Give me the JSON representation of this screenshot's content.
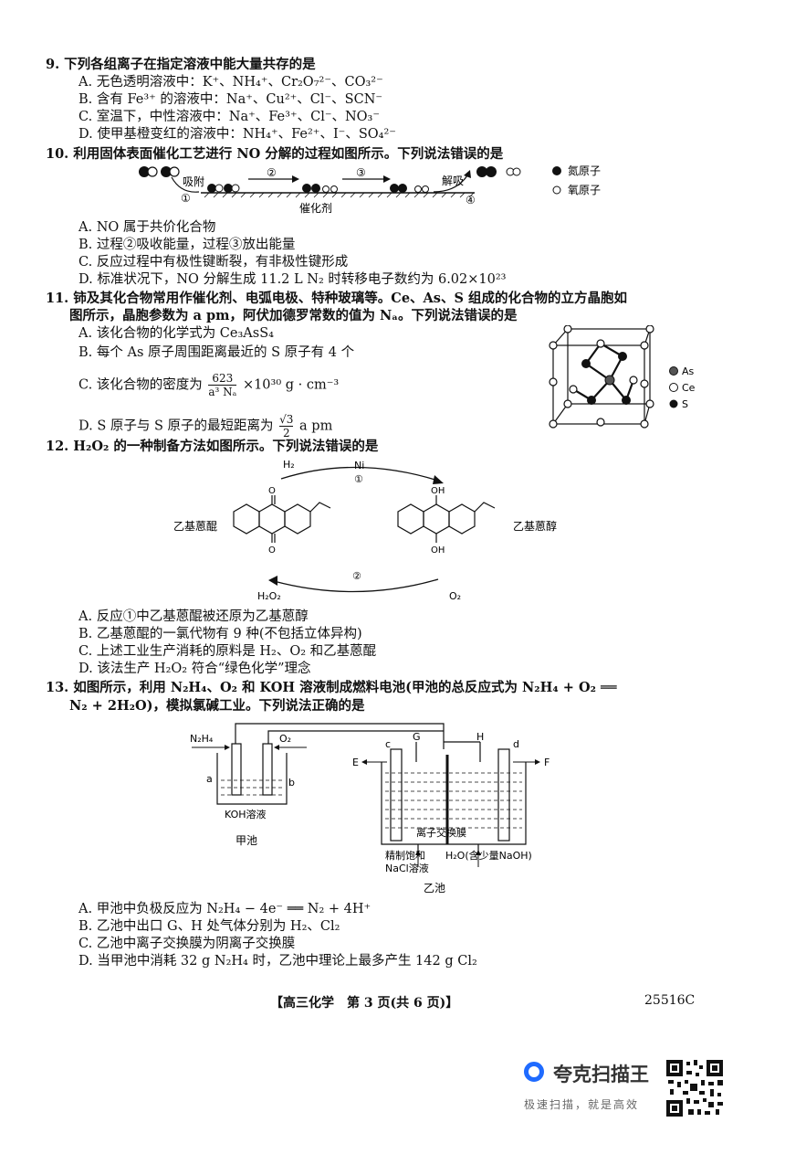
{
  "q9": {
    "stem": "9. 下列各组离子在指定溶液中能大量共存的是",
    "options": [
      "A. 无色透明溶液中：K⁺、NH₄⁺、Cr₂O₇²⁻、CO₃²⁻",
      "B. 含有 Fe³⁺ 的溶液中：Na⁺、Cu²⁺、Cl⁻、SCN⁻",
      "C. 室温下，中性溶液中：Na⁺、Fe³⁺、Cl⁻、NO₃⁻",
      "D. 使甲基橙变红的溶液中：NH₄⁺、Fe²⁺、I⁻、SO₄²⁻"
    ]
  },
  "q10": {
    "stem": "10. 利用固体表面催化工艺进行 NO 分解的过程如图所示。下列说法错误的是",
    "diagram": {
      "adsorb": "吸附",
      "step1": "①",
      "step2": "②",
      "step3": "③",
      "step4": "④",
      "desorb": "解吸",
      "catalyst": "催化剂",
      "legend_n": "氮原子",
      "legend_o": "氧原子"
    },
    "options": [
      "A. NO 属于共价化合物",
      "B. 过程②吸收能量，过程③放出能量",
      "C. 反应过程中有极性键断裂，有非极性键形成",
      "D. 标准状况下，NO 分解生成 11.2 L N₂ 时转移电子数约为 6.02×10²³"
    ]
  },
  "q11": {
    "stem1": "11. 铈及其化合物常用作催化剂、电弧电极、特种玻璃等。Ce、As、S 组成的化合物的立方晶胞如",
    "stem2": "图所示，晶胞参数为 a pm，阿伏加德罗常数的值为 Nₐ。下列说法错误的是",
    "options": {
      "a": "A. 该化合物的化学式为 Ce₃AsS₄",
      "b": "B. 每个 As 原子周围距离最近的 S 原子有 4 个",
      "c_pre": "C. 该化合物的密度为",
      "c_num": "623",
      "c_den": "a³ Nₐ",
      "c_post": "×10³⁰ g · cm⁻³",
      "d_pre": "D. S 原子与 S 原子的最短距离为",
      "d_num": "√3",
      "d_den": "2",
      "d_post": "a pm"
    },
    "legend": {
      "as": "As",
      "ce": "Ce",
      "s": "S"
    }
  },
  "q12": {
    "stem": "12. H₂O₂ 的一种制备方法如图所示。下列说法错误的是",
    "diagram": {
      "h2": "H₂",
      "ni": "Ni",
      "step1": "①",
      "step2": "②",
      "h2o2": "H₂O₂",
      "o2": "O₂",
      "left_name": "乙基蒽醌",
      "right_name": "乙基蒽醇",
      "o_label": "O",
      "oh_label": "OH"
    },
    "options": [
      "A. 反应①中乙基蒽醌被还原为乙基蒽醇",
      "B. 乙基蒽醌的一氯代物有 9 种(不包括立体异构)",
      "C. 上述工业生产消耗的原料是 H₂、O₂ 和乙基蒽醌",
      "D. 该法生产 H₂O₂ 符合“绿色化学”理念"
    ]
  },
  "q13": {
    "stem1": "13. 如图所示，利用 N₂H₄、O₂ 和 KOH 溶液制成燃料电池(甲池的总反应式为 N₂H₄ + O₂ ══",
    "stem2": "N₂ + 2H₂O)，模拟氯碱工业。下列说法正确的是",
    "diagram": {
      "n2h4": "N₂H₄",
      "o2": "O₂",
      "a": "a",
      "b": "b",
      "koh": "KOH溶液",
      "jia": "甲池",
      "c": "c",
      "d": "d",
      "g": "G",
      "h": "H",
      "e": "E",
      "f": "F",
      "membrane": "离子交换膜",
      "left_feed1": "精制饱和",
      "left_feed2": "NaCl溶液",
      "right_feed": "H₂O(含少量NaOH)",
      "yi": "乙池"
    },
    "options": [
      "A. 甲池中负极反应为 N₂H₄ − 4e⁻ ══ N₂ + 4H⁺",
      "B. 乙池中出口 G、H 处气体分别为 H₂、Cl₂",
      "C. 乙池中离子交换膜为阴离子交换膜",
      "D. 当甲池中消耗 32 g N₂H₄ 时，乙池中理论上最多产生 142 g Cl₂"
    ]
  },
  "footer": {
    "page": "【高三化学　第 3 页(共 6 页)】",
    "code": "25516C"
  },
  "brand": {
    "name": "夸克扫描王",
    "slogan": "极速扫描，就是高效"
  }
}
